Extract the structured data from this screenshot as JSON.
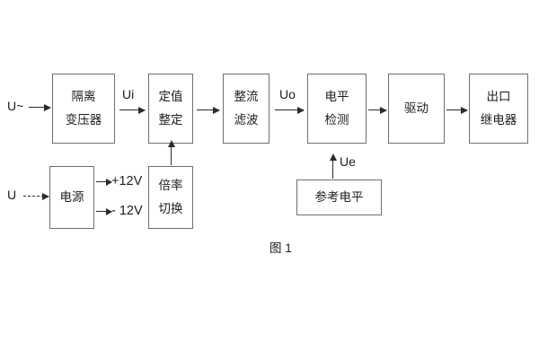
{
  "figure": {
    "caption": "图 1",
    "line_color": "#6b6f76",
    "arrow_color": "#2b2b2b",
    "text_color": "#1d1d1f",
    "background": "#ffffff"
  },
  "inputs": {
    "ac_input_label": "U~",
    "dc_input_label": "U"
  },
  "signals": {
    "ui": "Ui",
    "uo": "Uo",
    "ue": "Ue"
  },
  "power_rails": {
    "positive": "+12V",
    "negative": "- 12V"
  },
  "blocks": {
    "isolation_transformer": {
      "line1": "隔离",
      "line2": "变压器"
    },
    "setpoint_setting": {
      "line1": "定值",
      "line2": "整定"
    },
    "rectify_filter": {
      "line1": "整流",
      "line2": "滤波"
    },
    "level_detection": {
      "line1": "电平",
      "line2": "检测"
    },
    "drive": {
      "line1": "驱动"
    },
    "output_relay": {
      "line1": "出口",
      "line2": "继电器"
    },
    "power_supply": {
      "line1": "电源"
    },
    "multiplier_switch": {
      "line1": "倍率",
      "line2": "切换"
    },
    "reference_level": {
      "line1": "参考电平"
    }
  }
}
